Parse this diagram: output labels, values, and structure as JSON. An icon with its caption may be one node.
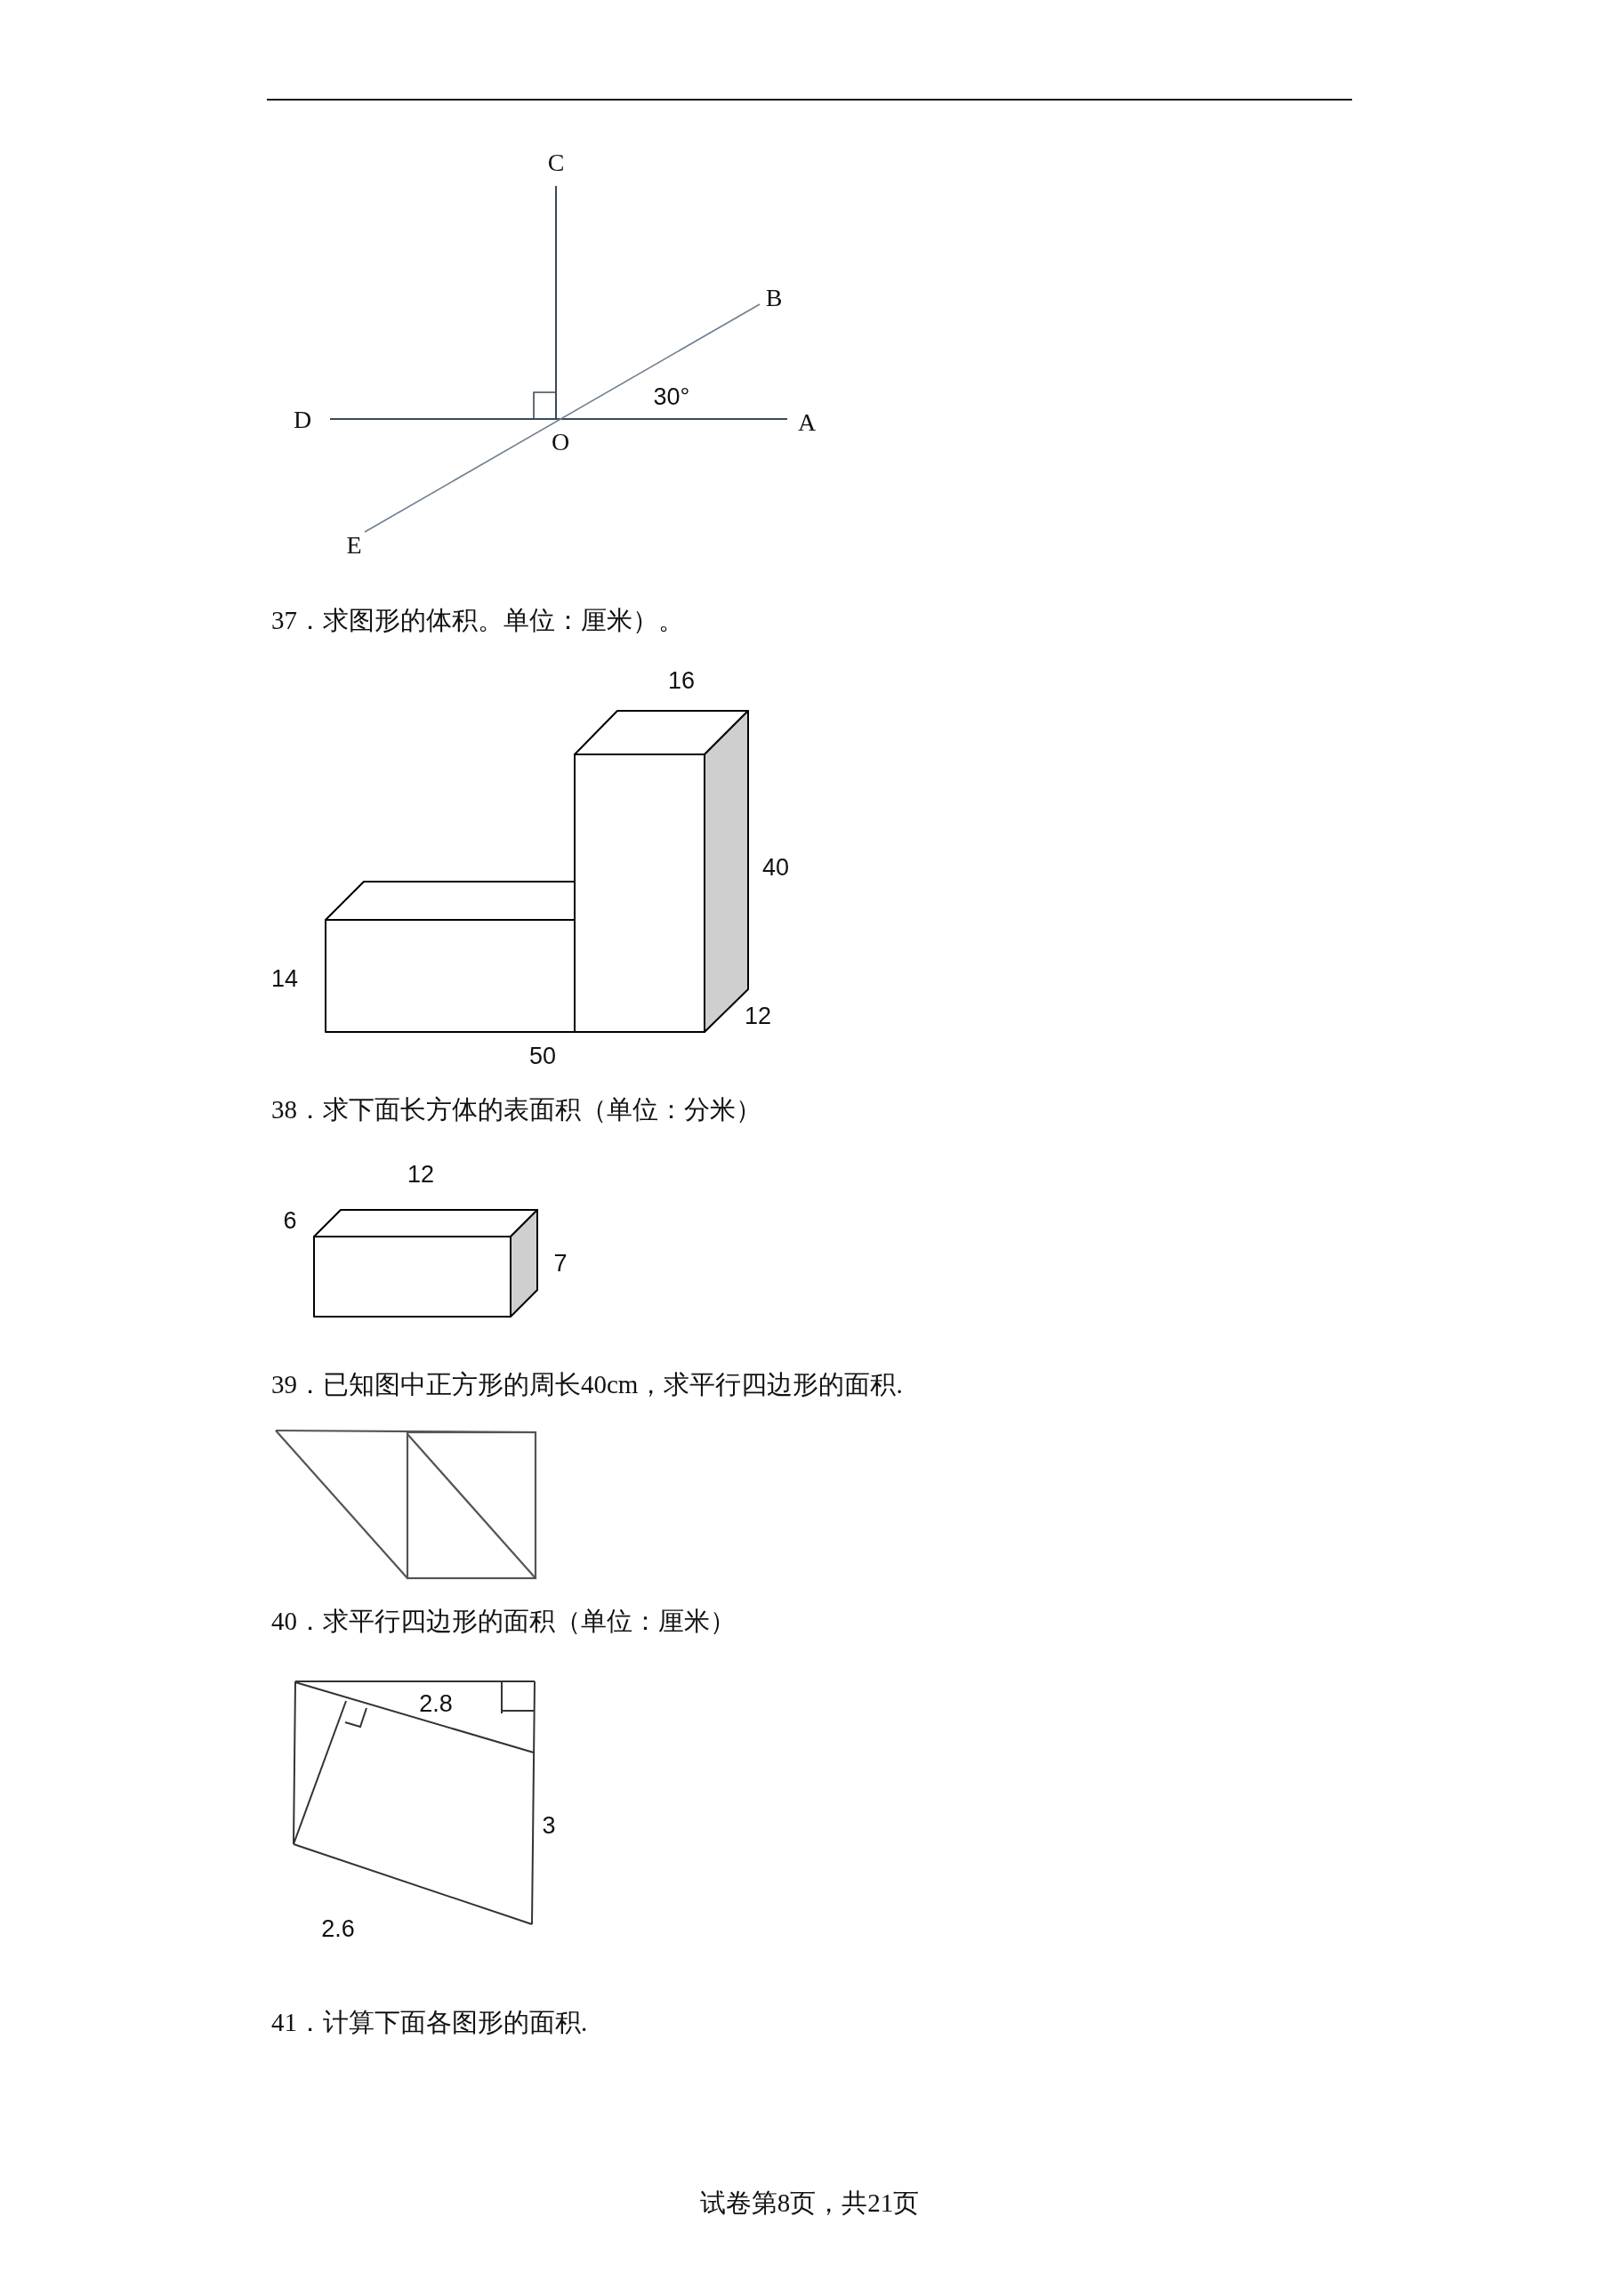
{
  "diagram": {
    "labels": [
      "C",
      "B",
      "30°",
      "D",
      "O",
      "A",
      "E",
      "37．求图形的体积。单位：厘米）。",
      "16",
      "40",
      "14",
      "12",
      "50",
      "38．求下面长方体的表面积（单位：分米）",
      "12",
      "6",
      "7",
      "39．已知图中正方形的周长40cm，求平行四边形的面积.",
      "40．求平行四边形的面积（单位：厘米）",
      "2.8",
      "3",
      "2.6",
      "41．计算下面各图形的面积.",
      "试卷第8页，共21页"
    ]
  }
}
